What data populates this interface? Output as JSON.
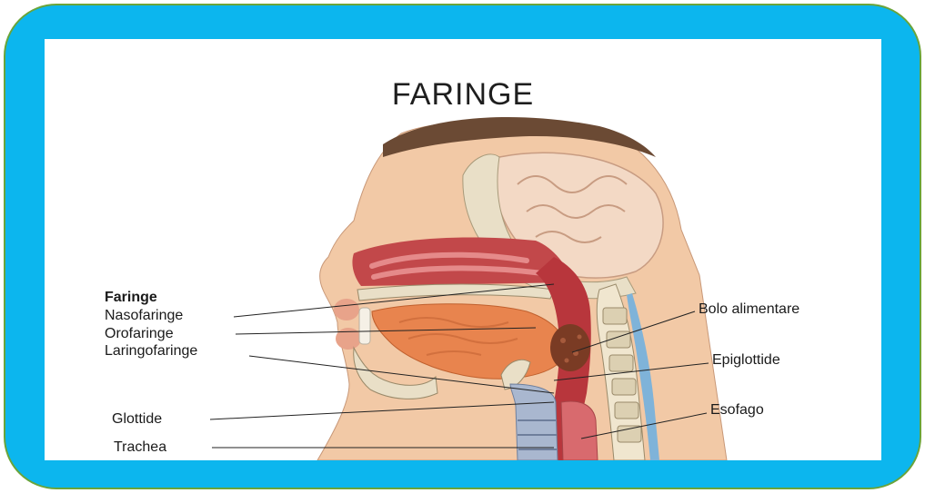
{
  "title": "FARINGE",
  "labels": {
    "faringe": "Faringe",
    "nasofaringe": "Nasofaringe",
    "orofaringe": "Orofaringe",
    "laringofaringe": "Laringofaringe",
    "glottide": "Glottide",
    "trachea": "Trachea",
    "bolo_alimentare": "Bolo alimentare",
    "epiglottide": "Epiglottide",
    "esofago": "Esofago"
  },
  "colors": {
    "frame": "#0cb6ee",
    "frame_border": "#6aa43a",
    "skin": "#f2c9a6",
    "muscle": "#e8844e",
    "mucosa": "#b8363c",
    "bone": "#e9dfc7"
  }
}
